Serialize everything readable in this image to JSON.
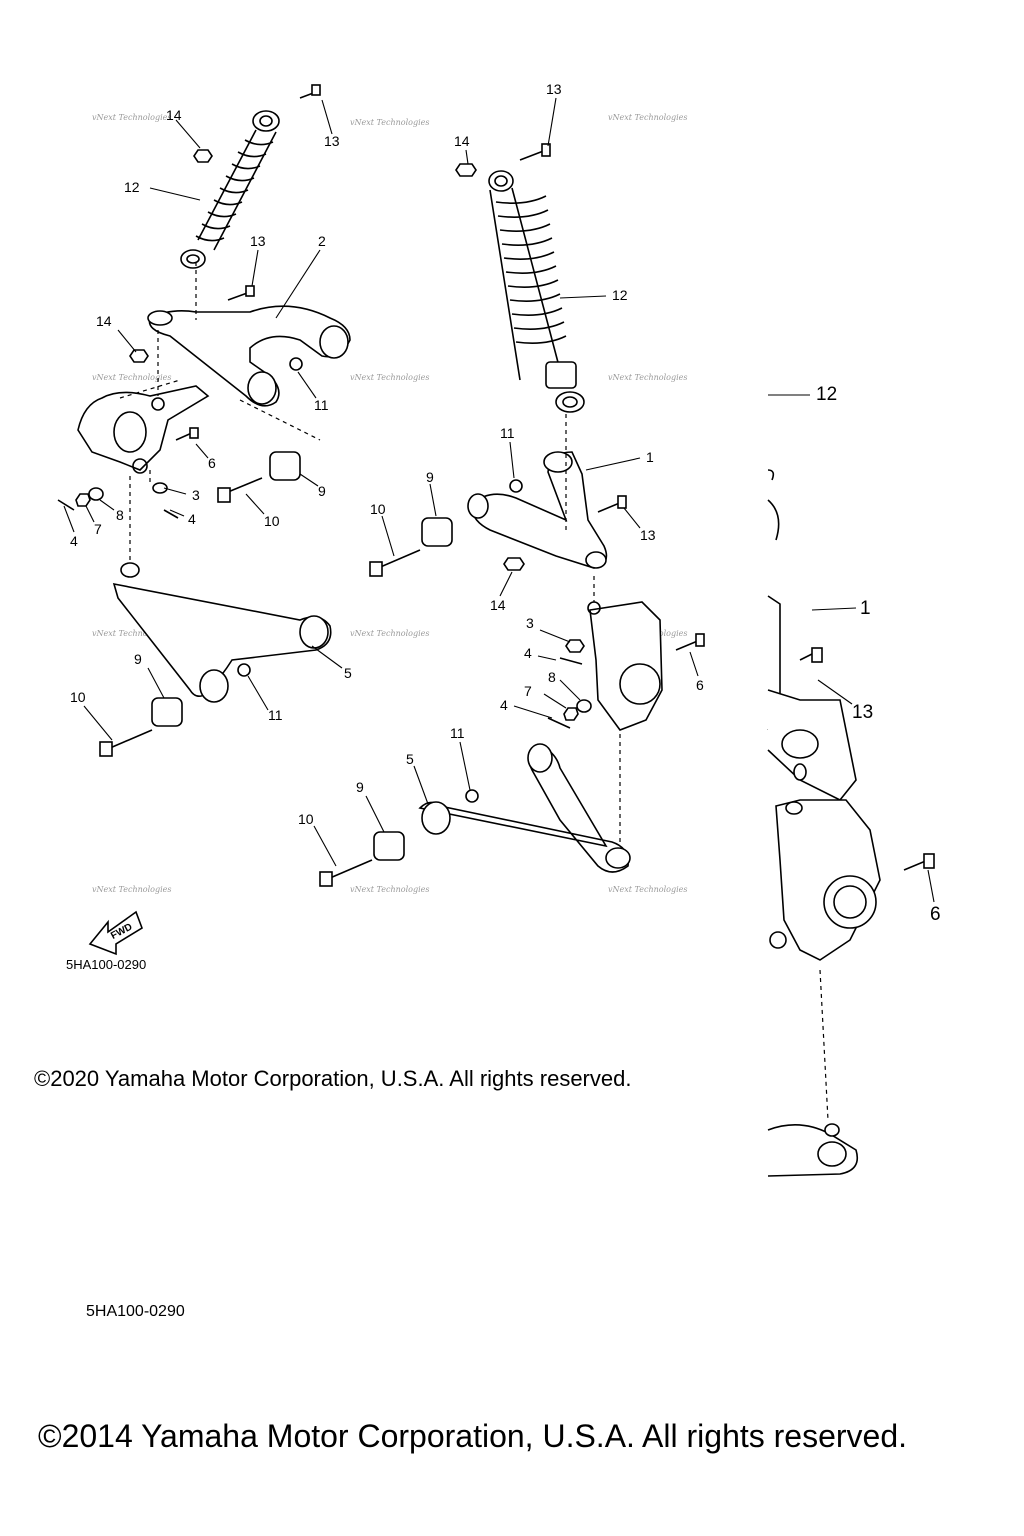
{
  "diagram": {
    "callouts_left": [
      "14",
      "13",
      "12",
      "13",
      "2",
      "14",
      "11",
      "6",
      "3",
      "4",
      "7",
      "8",
      "4",
      "9",
      "10",
      "5",
      "9",
      "10",
      "11"
    ],
    "callouts_right": [
      "13",
      "14",
      "12",
      "11",
      "1",
      "9",
      "13",
      "10",
      "14",
      "3",
      "6",
      "4",
      "8",
      "7",
      "4",
      "11",
      "5",
      "9",
      "10"
    ],
    "callouts_inset": [
      "12",
      "1",
      "13",
      "6"
    ],
    "watermark_text": "vNext Technologies",
    "fwd_label": "FWD"
  },
  "footer": {
    "code_top": "5HA100-0290",
    "copyright_top": "©2020 Yamaha Motor Corporation, U.S.A. All rights reserved.",
    "code_bottom": "5HA100-0290",
    "copyright_bottom": "©2014 Yamaha Motor Corporation, U.S.A. All rights reserved."
  }
}
